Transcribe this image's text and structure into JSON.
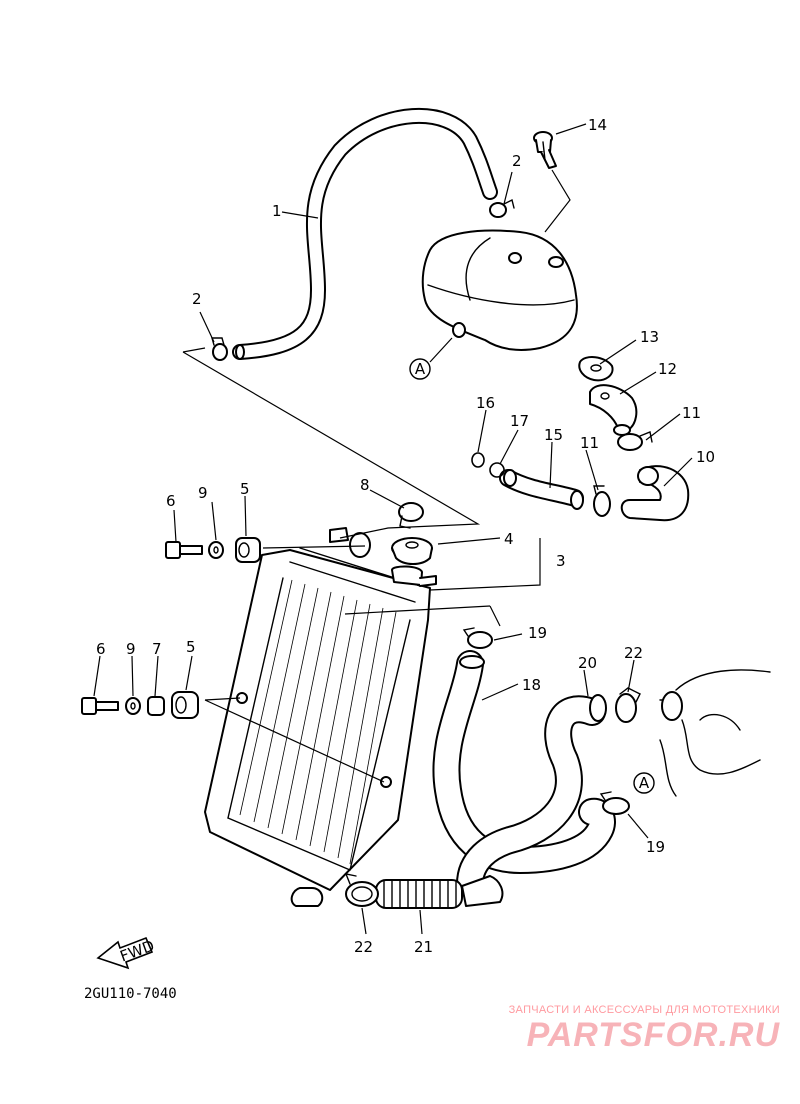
{
  "diagram": {
    "code": "2GU110-7040",
    "fwd_label": "FWD",
    "reference_mark": "A",
    "callouts": {
      "c1": "1",
      "c2a": "2",
      "c2b": "2",
      "c3": "3",
      "c4": "4",
      "c5a": "5",
      "c5b": "5",
      "c6a": "6",
      "c6b": "6",
      "c7": "7",
      "c8": "8",
      "c9a": "9",
      "c9b": "9",
      "c10": "10",
      "c11a": "11",
      "c11b": "11",
      "c12": "12",
      "c13": "13",
      "c14": "14",
      "c15": "15",
      "c16": "16",
      "c17": "17",
      "c18": "18",
      "c19a": "19",
      "c19b": "19",
      "c20": "20",
      "c21": "21",
      "c22a": "22",
      "c22b": "22"
    }
  },
  "watermark": {
    "tagline": "ЗАПЧАСТИ И АКСЕССУАРЫ ДЛЯ МОТОТЕХНИКИ",
    "logo": "PARTSFOR.RU",
    "color": "#f7b3b8"
  }
}
